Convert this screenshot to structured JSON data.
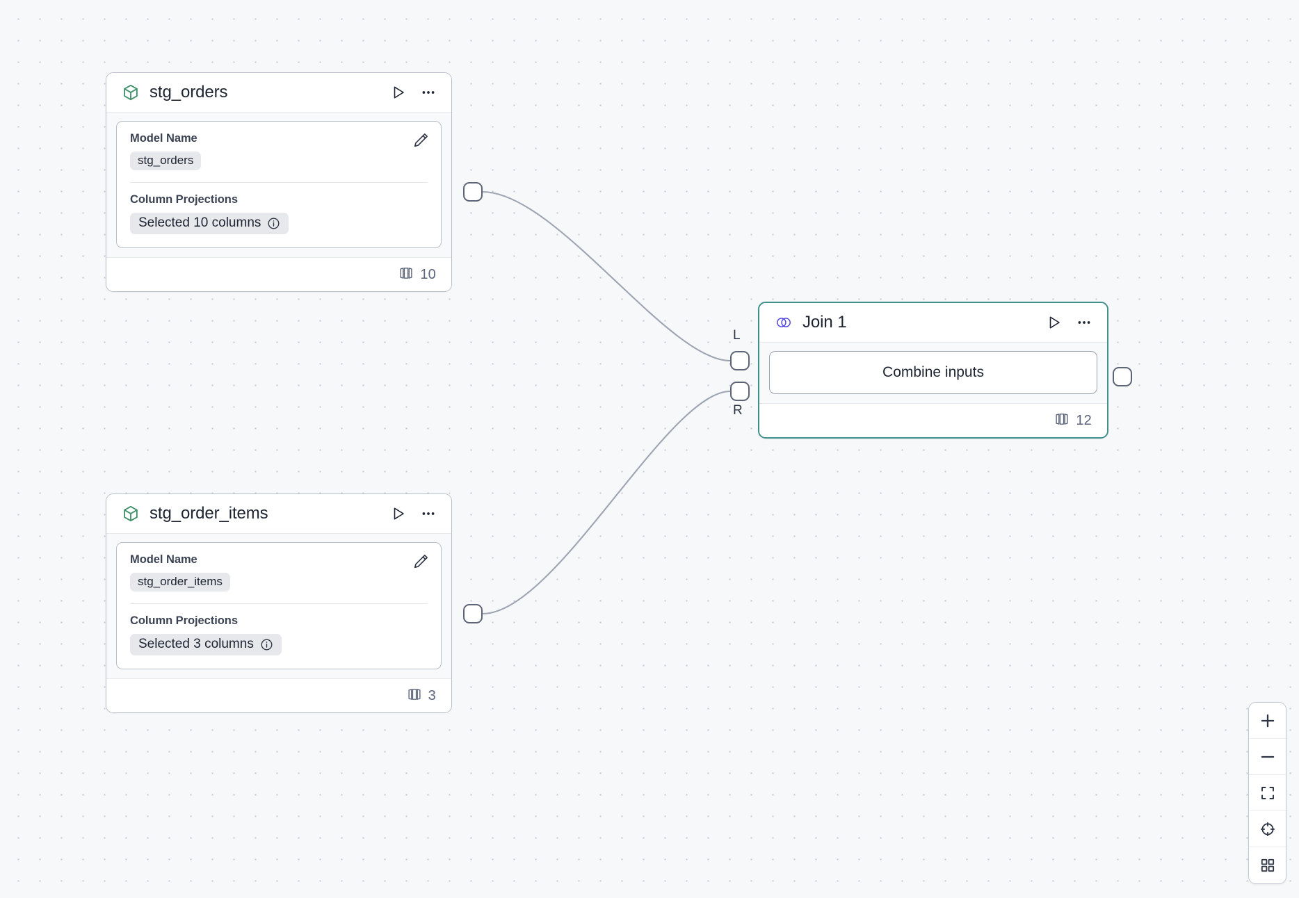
{
  "app": {
    "canvas_name": "pipeline-canvas",
    "background": "#f7f8fa",
    "grid_dot_color": "#c4c8d2",
    "accent_selected": "#3f8f8a",
    "source_icon_color": "#3f9068",
    "join_icon_color": "#4a3fe0",
    "edge_color": "#9ea5b2"
  },
  "nodes": [
    {
      "id": "stg_orders",
      "type": "source-model",
      "title": "stg_orders",
      "icon": "cube-icon",
      "run_label": "Run",
      "more_label": "More options",
      "fields": [
        {
          "label": "Model Name",
          "value": "stg_orders"
        },
        {
          "label": "Column Projections",
          "value": "Selected 10 columns"
        }
      ],
      "footer": {
        "icon": "columns-icon",
        "count": "10"
      }
    },
    {
      "id": "stg_order_items",
      "type": "source-model",
      "title": "stg_order_items",
      "icon": "cube-icon",
      "run_label": "Run",
      "more_label": "More options",
      "fields": [
        {
          "label": "Model Name",
          "value": "stg_order_items"
        },
        {
          "label": "Column Projections",
          "value": "Selected 3 columns"
        }
      ],
      "footer": {
        "icon": "columns-icon",
        "count": "3"
      }
    },
    {
      "id": "join_1",
      "type": "join",
      "title": "Join 1",
      "icon": "venn-icon",
      "selected": true,
      "run_label": "Run",
      "more_label": "More options",
      "action_label": "Combine inputs",
      "input_ports": [
        {
          "id": "left",
          "label": "L"
        },
        {
          "id": "right",
          "label": "R"
        }
      ],
      "footer": {
        "icon": "columns-icon",
        "count": "12"
      }
    }
  ],
  "edges": [
    {
      "from": "stg_orders",
      "to": "join_1.left"
    },
    {
      "from": "stg_order_items",
      "to": "join_1.right"
    }
  ],
  "controls": {
    "zoom_in": "Zoom in",
    "zoom_out": "Zoom out",
    "fit_view": "Fit view",
    "lock_center": "Center view",
    "toggle_grid": "Toggle grid"
  }
}
